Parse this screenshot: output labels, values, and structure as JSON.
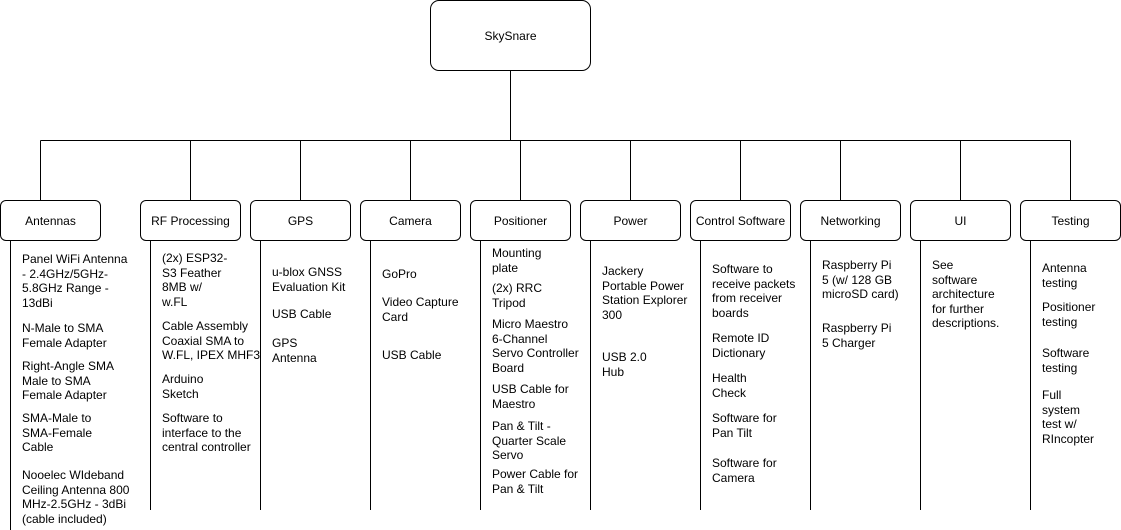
{
  "diagram": {
    "root": {
      "label": "SkySnare"
    },
    "categories": [
      {
        "label": "Antennas",
        "items": [
          "Panel WiFi Antenna\n- 2.4GHz/5GHz-\n5.8GHz Range -\n13dBi",
          "N-Male to SMA\nFemale Adapter",
          "Right-Angle SMA\nMale to SMA\nFemale Adapter",
          "SMA-Male to\nSMA-Female\nCable",
          "Nooelec WIdeband\nCeiling Antenna 800\nMHz-2.5GHz - 3dBi\n(cable included)"
        ]
      },
      {
        "label": "RF Processing",
        "items": [
          "(2x) ESP32-\nS3 Feather\n8MB w/\nw.FL",
          "Cable Assembly\nCoaxial SMA to\nW.FL, IPEX MHF3",
          "Arduino\nSketch",
          "Software to\ninterface to the\ncentral controller"
        ]
      },
      {
        "label": "GPS",
        "items": [
          "u-blox GNSS\nEvaluation Kit",
          "USB Cable",
          "GPS\nAntenna"
        ]
      },
      {
        "label": "Camera",
        "items": [
          "GoPro",
          "Video Capture\nCard",
          "USB Cable"
        ]
      },
      {
        "label": "Positioner",
        "items": [
          "Mounting\nplate",
          "(2x) RRC\nTripod",
          "Micro Maestro\n6-Channel\nServo Controller\nBoard",
          "USB Cable for\nMaestro",
          "Pan & Tilt -\nQuarter Scale\nServo",
          "Power Cable for\nPan & Tilt"
        ]
      },
      {
        "label": "Power",
        "items": [
          "Jackery\nPortable Power\nStation Explorer\n300",
          "USB 2.0\nHub"
        ]
      },
      {
        "label": "Control Software",
        "items": [
          "Software to\nreceive packets\nfrom receiver\nboards",
          "Remote ID\nDictionary",
          "Health\nCheck",
          "Software for\nPan Tilt",
          "Software for\nCamera"
        ]
      },
      {
        "label": "Networking",
        "items": [
          "Raspberry Pi\n5 (w/ 128 GB\nmicroSD card)",
          "Raspberry Pi\n5 Charger"
        ]
      },
      {
        "label": "UI",
        "items": [
          "See\nsoftware\narchitecture\nfor further\ndescriptions."
        ]
      },
      {
        "label": "Testing",
        "items": [
          "Antenna\ntesting",
          "Positioner\ntesting",
          "Software\ntesting",
          "Full\nsystem\ntest w/\nRIncopter"
        ]
      }
    ]
  }
}
